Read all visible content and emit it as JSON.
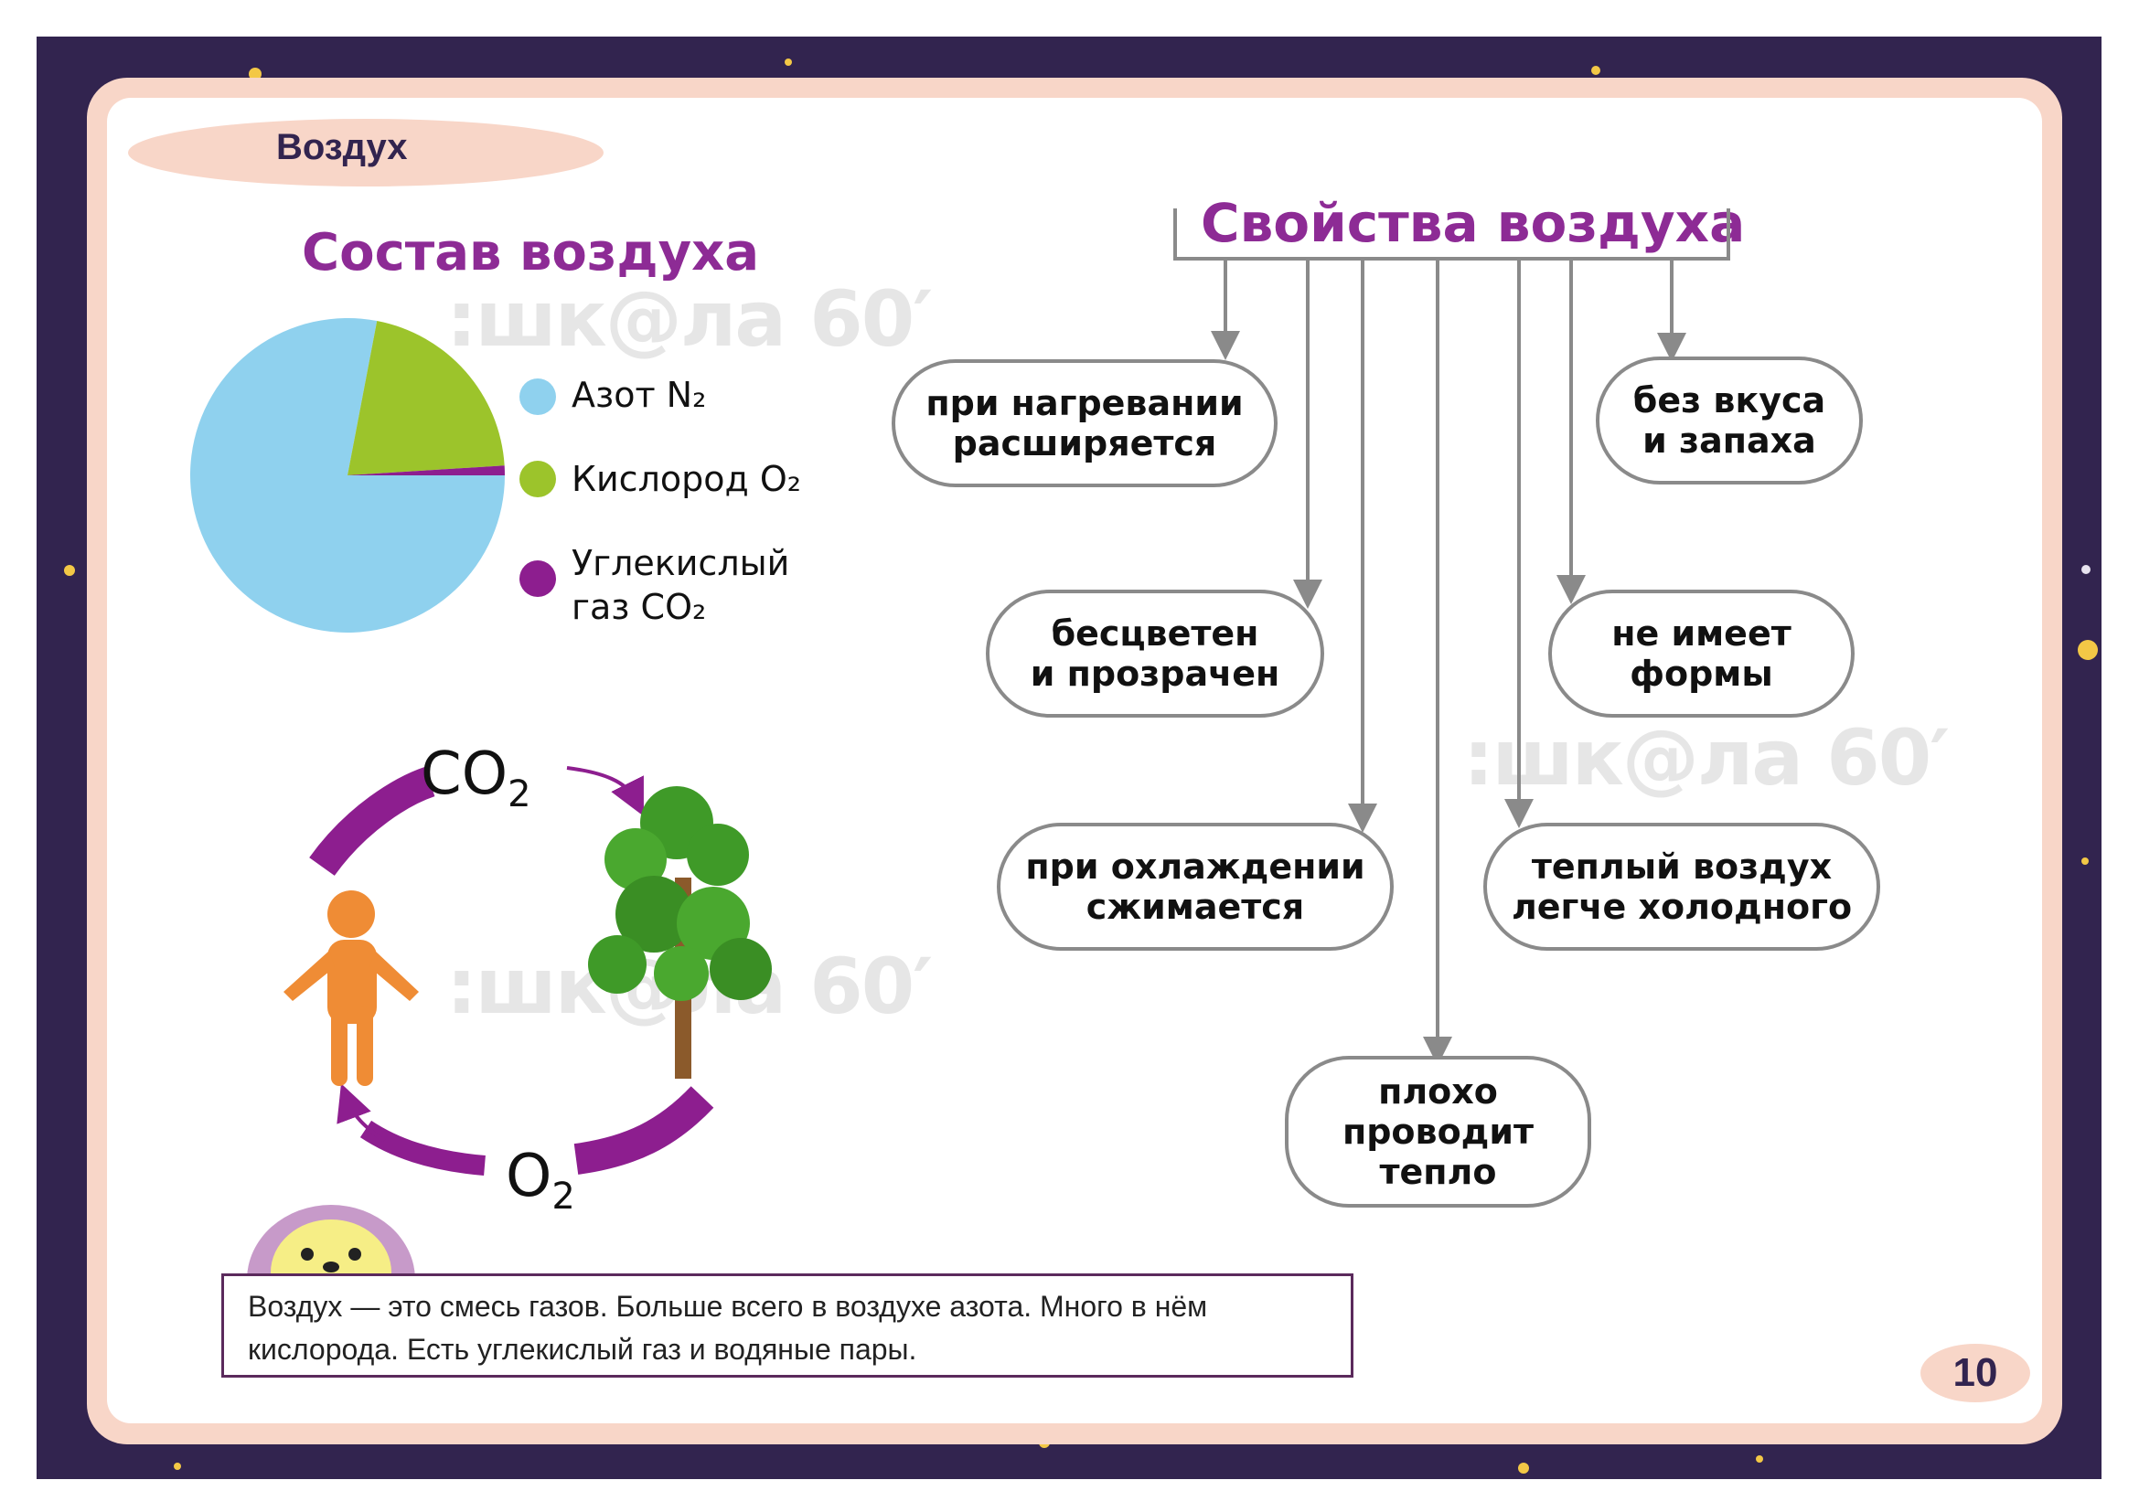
{
  "header": {
    "tag": "Воздух"
  },
  "composition": {
    "title": "Состав воздуха",
    "legend": [
      {
        "label": "Азот N₂",
        "color": "#8fd1ee"
      },
      {
        "label": "Кислород O₂",
        "color": "#9cc42b"
      },
      {
        "label": "Углекислый\nгаз CO₂",
        "color": "#8d1e8f"
      }
    ]
  },
  "chart_data": {
    "type": "pie",
    "categories": [
      "Азот N₂",
      "Кислород O₂",
      "Углекислый газ CO₂"
    ],
    "values": [
      78,
      21,
      1
    ],
    "colors": [
      "#8fd1ee",
      "#9cc42b",
      "#8d1e8f"
    ]
  },
  "cycle": {
    "co2": "CO",
    "co2_sub": "2",
    "o2": "O",
    "o2_sub": "2"
  },
  "properties": {
    "title": "Свойства воздуха",
    "items": [
      "при нагревании\nрасширяется",
      "бесцветен\nи прозрачен",
      "при охлаждении\nсжимается",
      "плохо\nпроводит\nтепло",
      "теплый воздух\nлегче холодного",
      "не имеет\nформы",
      "без вкуса\nи запаха"
    ]
  },
  "watermark": ":шк@ла 60′",
  "note": {
    "text": "Воздух — это смесь газов. Больше всего в воздухе азота. Много в нём кислорода. Есть углекислый газ и водяные пары."
  },
  "page_number": "10",
  "colors": {
    "frame": "#32244f",
    "border": "#f8d6c8",
    "accent": "#8d2b95",
    "arrow": "#8a8a8a"
  }
}
